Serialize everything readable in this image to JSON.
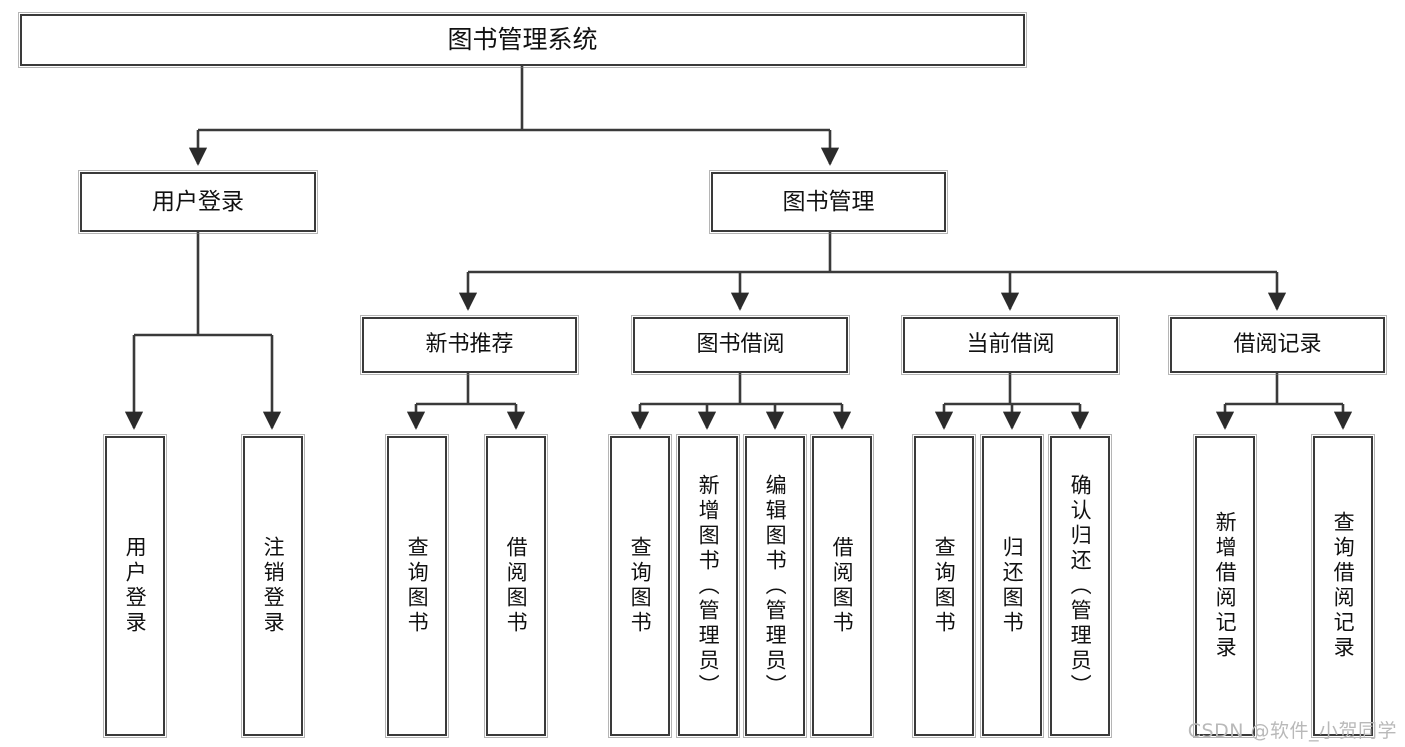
{
  "diagram": {
    "type": "tree-hierarchy",
    "title": "图书管理系统",
    "orientation": "top-down",
    "stroke_color": "#3a3a3a",
    "fill_color": "#ffffff",
    "text_color": "#111111",
    "watermark": "CSDN @软件_小贺同学",
    "nodes": {
      "root": {
        "label": "图书管理系统"
      },
      "level1": [
        {
          "label": "用户登录"
        },
        {
          "label": "图书管理"
        }
      ],
      "level2": [
        {
          "label": "新书推荐"
        },
        {
          "label": "图书借阅"
        },
        {
          "label": "当前借阅"
        },
        {
          "label": "借阅记录"
        }
      ],
      "leaves": {
        "user_login": [
          {
            "label": "用户登录"
          },
          {
            "label": "注销登录"
          }
        ],
        "new_book_recommend": [
          {
            "label": "查询图书"
          },
          {
            "label": "借阅图书"
          }
        ],
        "book_borrow": [
          {
            "label": "查询图书"
          },
          {
            "label": "新增图书（管理员）"
          },
          {
            "label": "编辑图书（管理员）"
          },
          {
            "label": "借阅图书"
          }
        ],
        "current_borrow": [
          {
            "label": "查询图书"
          },
          {
            "label": "归还图书"
          },
          {
            "label": "确认归还（管理员）"
          }
        ],
        "borrow_record": [
          {
            "label": "新增借阅记录"
          },
          {
            "label": "查询借阅记录"
          }
        ]
      }
    }
  }
}
